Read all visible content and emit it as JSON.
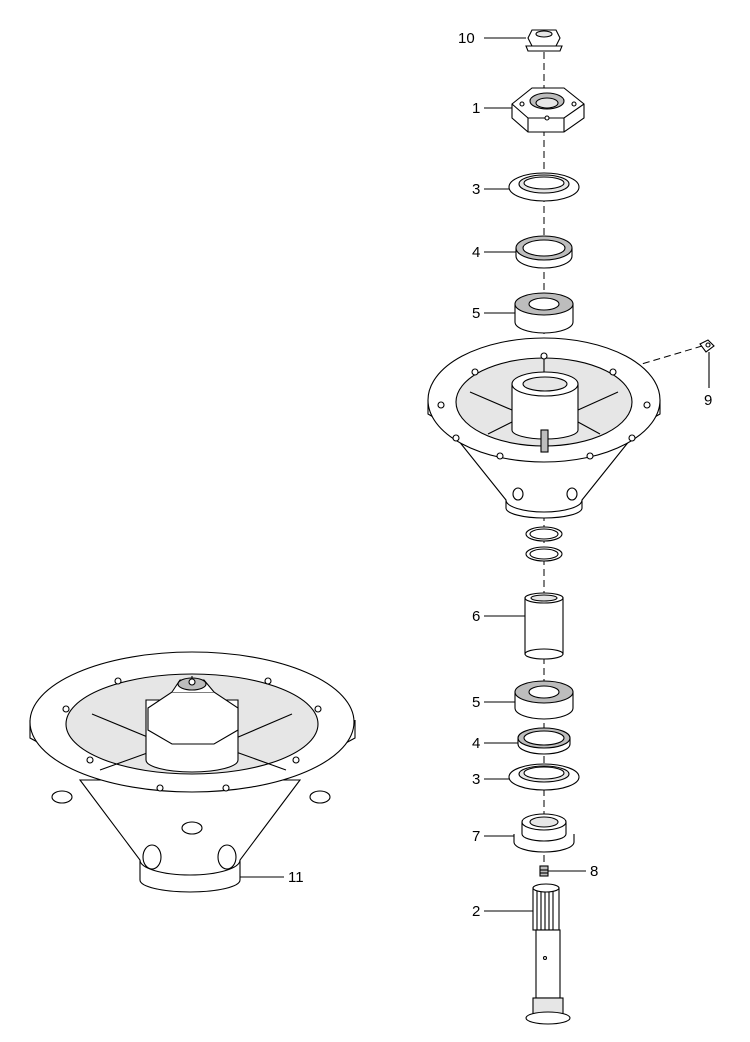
{
  "callouts": [
    {
      "id": "nut",
      "label": "10"
    },
    {
      "id": "spindle-pulley-hub",
      "label": "1"
    },
    {
      "id": "top-seal",
      "label": "3"
    },
    {
      "id": "top-bearing-cup",
      "label": "4"
    },
    {
      "id": "top-bearing",
      "label": "5"
    },
    {
      "id": "grease-fitting",
      "label": "9"
    },
    {
      "id": "spacer-tube",
      "label": "6"
    },
    {
      "id": "bottom-bearing",
      "label": "5"
    },
    {
      "id": "bottom-bearing-cup",
      "label": "4"
    },
    {
      "id": "bottom-seal",
      "label": "3"
    },
    {
      "id": "bottom-cap",
      "label": "7"
    },
    {
      "id": "set-screw",
      "label": "8"
    },
    {
      "id": "spindle-shaft",
      "label": "2"
    },
    {
      "id": "spindle-assembly",
      "label": "11"
    }
  ]
}
